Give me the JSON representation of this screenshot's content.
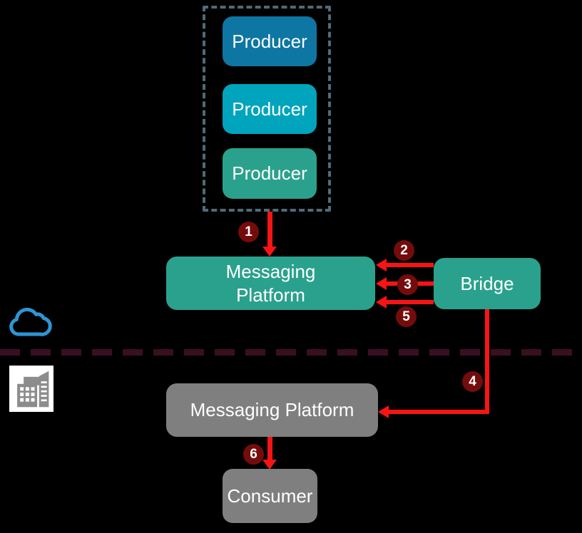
{
  "diagram": {
    "producers": [
      {
        "label": "Producer"
      },
      {
        "label": "Producer"
      },
      {
        "label": "Producer"
      }
    ],
    "cloud_platform": {
      "label": "Messaging Platform"
    },
    "bridge": {
      "label": "Bridge"
    },
    "onprem_platform": {
      "label": "Messaging Platform"
    },
    "consumer": {
      "label": "Consumer"
    },
    "steps": [
      "1",
      "2",
      "3",
      "4",
      "5",
      "6"
    ],
    "icons": {
      "cloud": "cloud-icon",
      "building": "on-premises-building-icon"
    },
    "colors": {
      "producer_top": "#0E76A3",
      "producer_middle": "#00A4BC",
      "teal_node": "#2AA18C",
      "gray_node": "#7F7F7F",
      "arrow_red": "#F81414",
      "badge_maroon": "#750C0C",
      "group_border": "#4E6B78",
      "boundary_dash": "#3A0F22",
      "cloud_stroke": "#2E94D4",
      "building_gray": "#8C8C8C",
      "background": "#000000"
    }
  }
}
